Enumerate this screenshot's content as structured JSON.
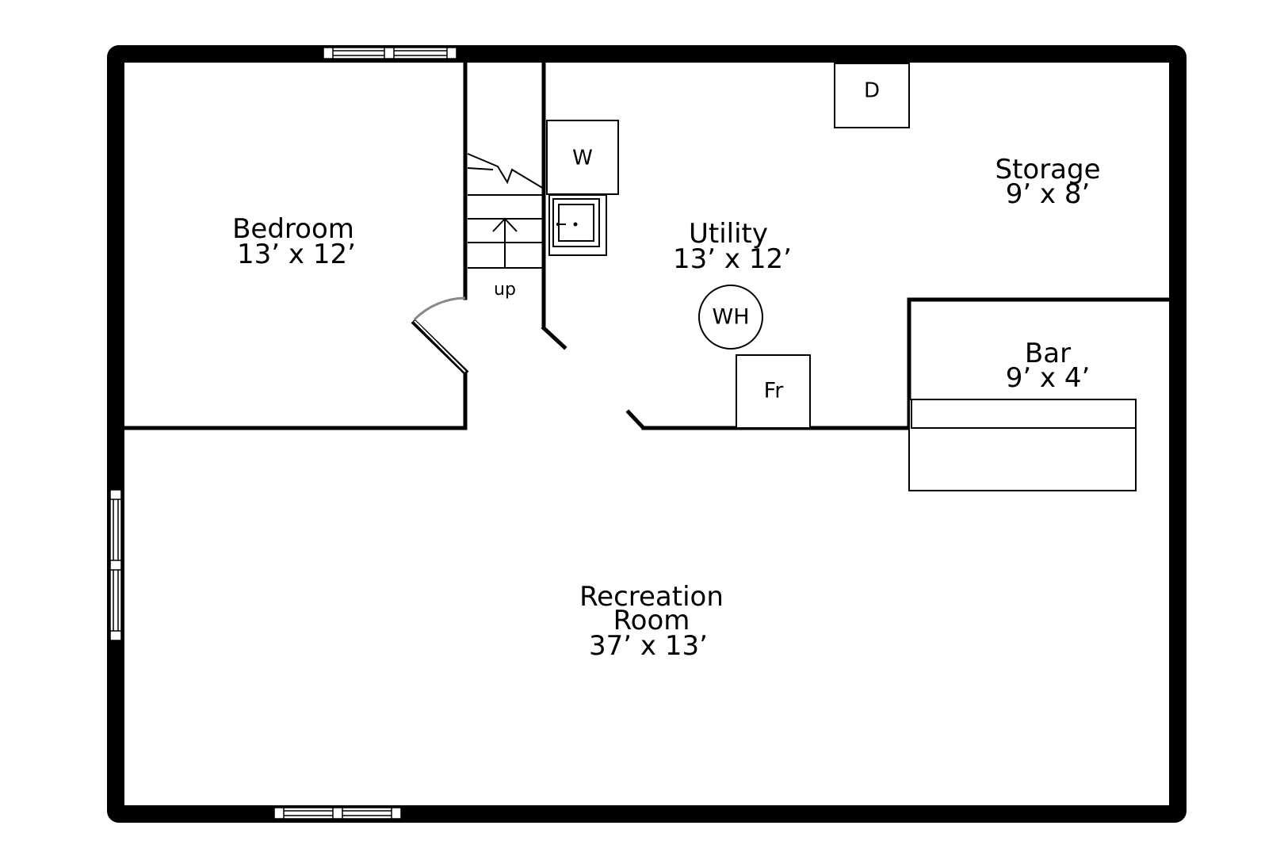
{
  "rooms": {
    "bedroom": {
      "name": "Bedroom",
      "size": "13’ x 12’"
    },
    "utility": {
      "name": "Utility",
      "size": "13’ x 12’"
    },
    "storage": {
      "name": "Storage",
      "size": "9’ x 8’"
    },
    "bar": {
      "name": "Bar",
      "size": "9’ x 4’"
    },
    "recreation": {
      "name_line1": "Recreation",
      "name_line2": "Room",
      "size": "37’ x 13’"
    }
  },
  "fixtures": {
    "washer": "W",
    "dryer": "D",
    "water_heater": "WH",
    "fridge": "Fr"
  },
  "stairs": {
    "label": "up"
  }
}
